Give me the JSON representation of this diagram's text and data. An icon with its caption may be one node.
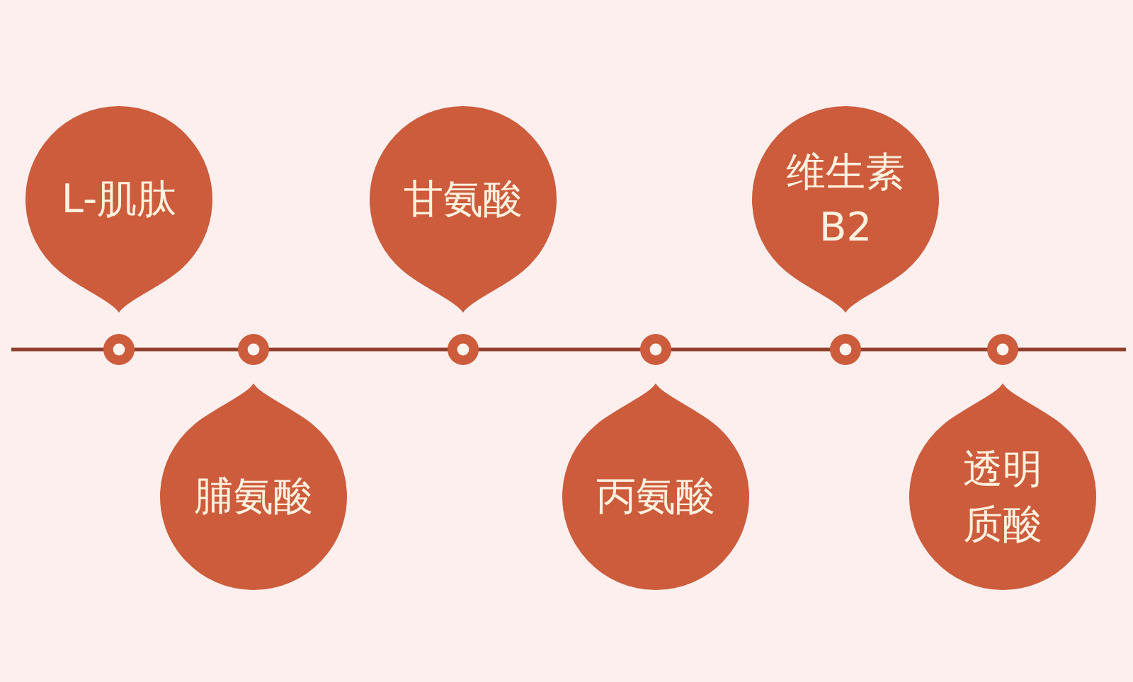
{
  "diagram": {
    "nodes": [
      {
        "text": [
          "L-肌肽"
        ]
      },
      {
        "text": [
          "脯氨酸"
        ]
      },
      {
        "text": [
          "甘氨酸"
        ]
      },
      {
        "text": [
          "丙氨酸"
        ]
      },
      {
        "text": [
          "维生素B2"
        ]
      },
      {
        "text": [
          "透明质酸"
        ]
      }
    ]
  }
}
